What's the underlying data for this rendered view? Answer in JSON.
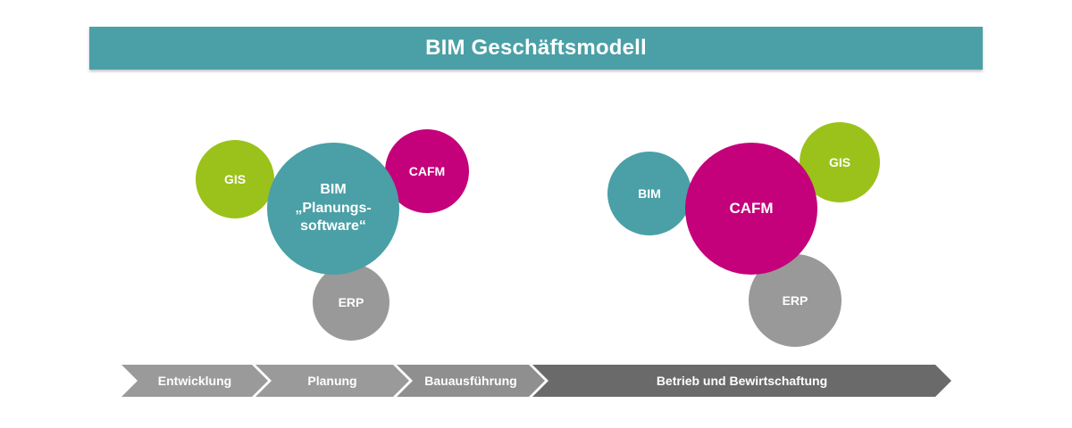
{
  "title": "BIM Geschäftsmodell",
  "colors": {
    "teal": "#4aa0a6",
    "magenta": "#c4007a",
    "green": "#9bc21a",
    "gray": "#999999",
    "arrow_light": "#9a9a9a",
    "arrow_dark": "#6a6a6a"
  },
  "left_cluster": {
    "gis": "GIS",
    "bim_line1": "BIM",
    "bim_line2": "„Planungs-",
    "bim_line3": "software“",
    "cafm": "CAFM",
    "erp": "ERP"
  },
  "right_cluster": {
    "bim": "BIM",
    "cafm": "CAFM",
    "gis": "GIS",
    "erp": "ERP"
  },
  "phases": [
    "Entwicklung",
    "Planung",
    "Bauausführung",
    "Betrieb und Bewirtschaftung"
  ]
}
